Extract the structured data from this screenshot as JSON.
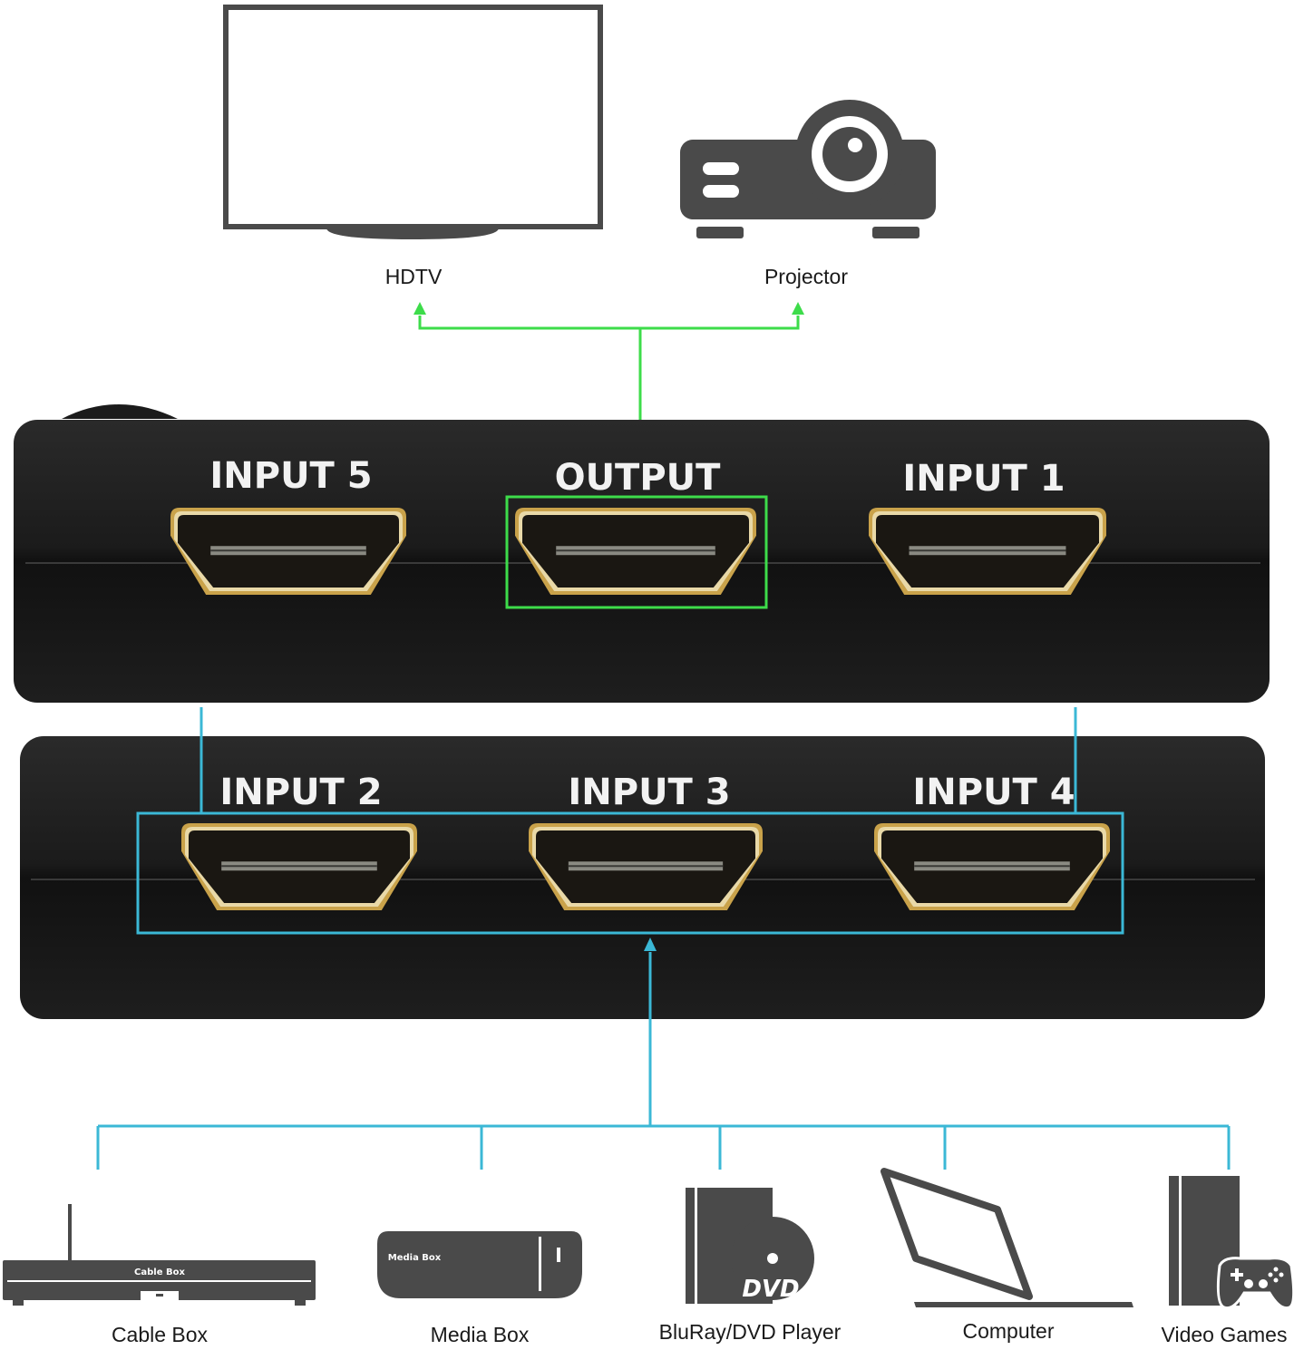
{
  "outputs": {
    "hdtv": {
      "label": "HDTV",
      "icon": "tv-icon"
    },
    "projector": {
      "label": "Projector",
      "icon": "projector-icon"
    }
  },
  "switch": {
    "top_ports": [
      "INPUT 5",
      "OUTPUT",
      "INPUT 1"
    ],
    "bottom_ports": [
      "INPUT 2",
      "INPUT 3",
      "INPUT 4"
    ]
  },
  "sources": [
    {
      "label": "Cable Box",
      "icon": "cable-box-icon",
      "device_text": "Cable Box"
    },
    {
      "label": "Media Box",
      "icon": "media-box-icon",
      "device_text": "Media Box"
    },
    {
      "label": "BluRay/DVD Player",
      "icon": "dvd-player-icon",
      "device_text": "DVD"
    },
    {
      "label": "Computer",
      "icon": "laptop-icon"
    },
    {
      "label": "Video Games",
      "icon": "game-console-icon"
    }
  ],
  "colors": {
    "output_line": "#3ddc4a",
    "input_line": "#3bb8d6",
    "device_body": "#1c1c1c",
    "icon_gray": "#4a4a4a",
    "port_gold": "#c9a24a"
  }
}
